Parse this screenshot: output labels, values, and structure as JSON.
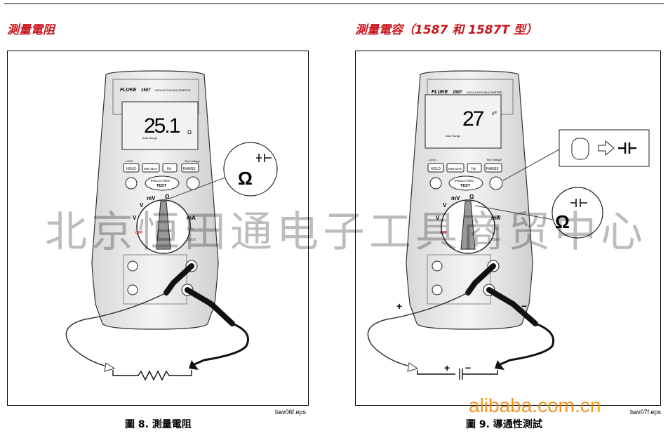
{
  "headings": {
    "left": "測量電阻",
    "right": "測量電容（1587 和 1587T 型）"
  },
  "figures": [
    {
      "brand": "FLUKE",
      "model": "1587",
      "subtitle": "INSULATION MULTIMETER",
      "display_value": "25.1",
      "display_unit": "Ω",
      "auto_range": "Auto Range",
      "buttons": [
        "HOLD",
        "MIN MAX",
        "Hz",
        "RANGE"
      ],
      "lock_label": "LOCK",
      "test_voltage_label": "Test Voltage",
      "insulation_label": "INSULATION",
      "test_label": "TEST",
      "dial_labels": [
        "V",
        "mV",
        "Ω",
        "V",
        "mA",
        "OFF",
        "50V",
        "1000V"
      ],
      "callout_symbol": "Ω",
      "polarity": [],
      "filename": "bav06f.eps",
      "caption": "圖 8. 測量電阻"
    },
    {
      "brand": "FLUKE",
      "model": "1587",
      "subtitle": "INSULATION MULTIMETER",
      "display_value": "27",
      "display_unit": "μF",
      "auto_range": "Auto Range",
      "buttons": [
        "HOLD",
        "MIN MAX",
        "Hz",
        "RANGE"
      ],
      "lock_label": "LOCK",
      "test_voltage_label": "Test Voltage",
      "insulation_label": "INSULATION",
      "test_label": "TEST",
      "dial_labels": [
        "V",
        "mV",
        "Ω",
        "V",
        "mA",
        "OFF",
        "50V",
        "1000V"
      ],
      "callout_symbol": "Ω",
      "polarity": [
        "+",
        "−",
        "+",
        "−"
      ],
      "filename": "bav07f.eps",
      "caption": "圖 9. 導通性測試"
    }
  ],
  "watermark": {
    "chinese": "北京恒田通电子工具商贸中心",
    "url": "alibaba.com.cn"
  }
}
